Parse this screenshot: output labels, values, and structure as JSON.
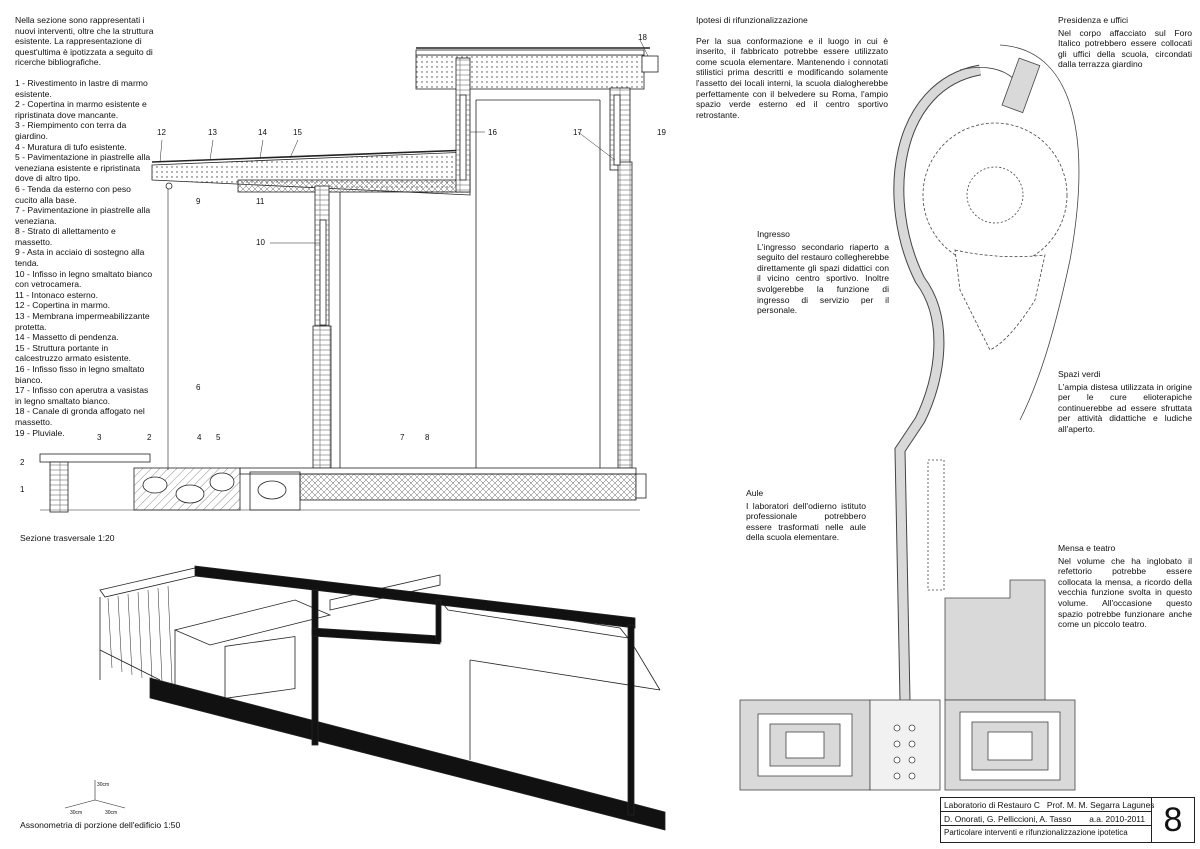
{
  "intro": "Nella sezione sono rappresentati i nuovi interventi, oltre che la struttura esistente. La rappresentazione di quest'ultima è ipotizzata a seguito di ricerche bibliografiche.",
  "legend": [
    "1 - Rivestimento in lastre di marmo esistente.",
    "2 - Copertina in marmo esistente e ripristinata dove mancante.",
    "3 - Riempimento con terra da giardino.",
    "4 - Muratura di tufo esistente.",
    "5 - Pavimentazione in piastrelle alla veneziana esistente e ripristinata dove di altro tipo.",
    "6 - Tenda da esterno con peso cucito alla base.",
    "7 - Pavimentazione in piastrelle alla veneziana.",
    "8 - Strato di allettamento e massetto.",
    "9 - Asta in acciaio di sostegno alla tenda.",
    "10 - Infisso in legno smaltato bianco con vetrocamera.",
    "11 - Intonaco esterno.",
    "12 - Copertina in marmo.",
    "13 - Membrana impermeabilizzante protetta.",
    "14 - Massetto di pendenza.",
    "15 - Struttura portante in calcestruzzo armato esistente.",
    "16 - Infisso fisso in legno smaltato bianco.",
    "17 - Infisso con aperutra a vasistas in legno smaltato bianco.",
    "18 - Canale di gronda affogato nel massetto.",
    "19 - Pluviale."
  ],
  "section_caption": "Sezione trasversale 1:20",
  "axo_caption": "Assonometria di porzione dell'edificio 1:50",
  "section_labels": {
    "n1": "1",
    "n2a": "2",
    "n2b": "2",
    "n3": "3",
    "n4": "4",
    "n5": "5",
    "n6": "6",
    "n7": "7",
    "n8": "8",
    "n9": "9",
    "n10": "10",
    "n11": "11",
    "n12": "12",
    "n13": "13",
    "n14": "14",
    "n15": "15",
    "n16": "16",
    "n17": "17",
    "n18": "18",
    "n19": "19"
  },
  "axis_labels": {
    "x": "30cm",
    "y": "30cm",
    "z": "30cm"
  },
  "ipotesi": {
    "title": "Ipotesi di rifunzionalizzazione",
    "body": "Per la sua conformazione e il luogo in cui è inserito, il fabbricato potrebbe essere utilizzato come scuola elementare. Mantenendo i connotati stilistici prima descritti e modificando solamente l'assetto dei locali interni, la scuola dialogherebbe perfettamente con il belvedere su Roma, l'ampio spazio verde esterno ed il centro sportivo retrostante."
  },
  "ingresso": {
    "title": "Ingresso",
    "body": "L'ingresso secondario riaperto a seguito del restauro collegherebbe direttamente gli spazi didattici con il vicino centro sportivo. Inoltre svolgerebbe la funzione di ingresso di servizio per il personale."
  },
  "aule": {
    "title": "Aule",
    "body": "I laboratori dell'odierno istituto professionale potrebbero essere trasformati nelle aule della scuola elementare."
  },
  "presidenza": {
    "title": "Presidenza e uffici",
    "body": "Nel corpo affacciato sul Foro Italico potrebbero essere collocati gli uffici della scuola, circondati dalla terrazza giardino"
  },
  "spazi": {
    "title": "Spazi verdi",
    "body": "L'ampia distesa utilizzata in origine per le cure elioterapiche continuerebbe ad essere sfruttata per attività didattiche e ludiche all'aperto."
  },
  "mensa": {
    "title": "Mensa e teatro",
    "body": "Nel volume che ha inglobato il refettorio potrebbe essere collocata la mensa, a ricordo della vecchia funzione svolta in questo volume. All'occasione questo spazio potrebbe funzionare anche come un piccolo teatro."
  },
  "title_block": {
    "course": "Laboratorio di Restauro C",
    "professor": "Prof. M. M. Segarra Lagunes",
    "authors": "D. Onorati, G. Pelliccioni, A. Tasso",
    "year": "a.a. 2010-2011",
    "subject": "Particolare interventi e rifunzionalizzazione ipotetica",
    "sheet": "8"
  },
  "colors": {
    "ink": "#111111",
    "plan_fill": "#d9d9d9",
    "plan_stroke": "#444444"
  }
}
